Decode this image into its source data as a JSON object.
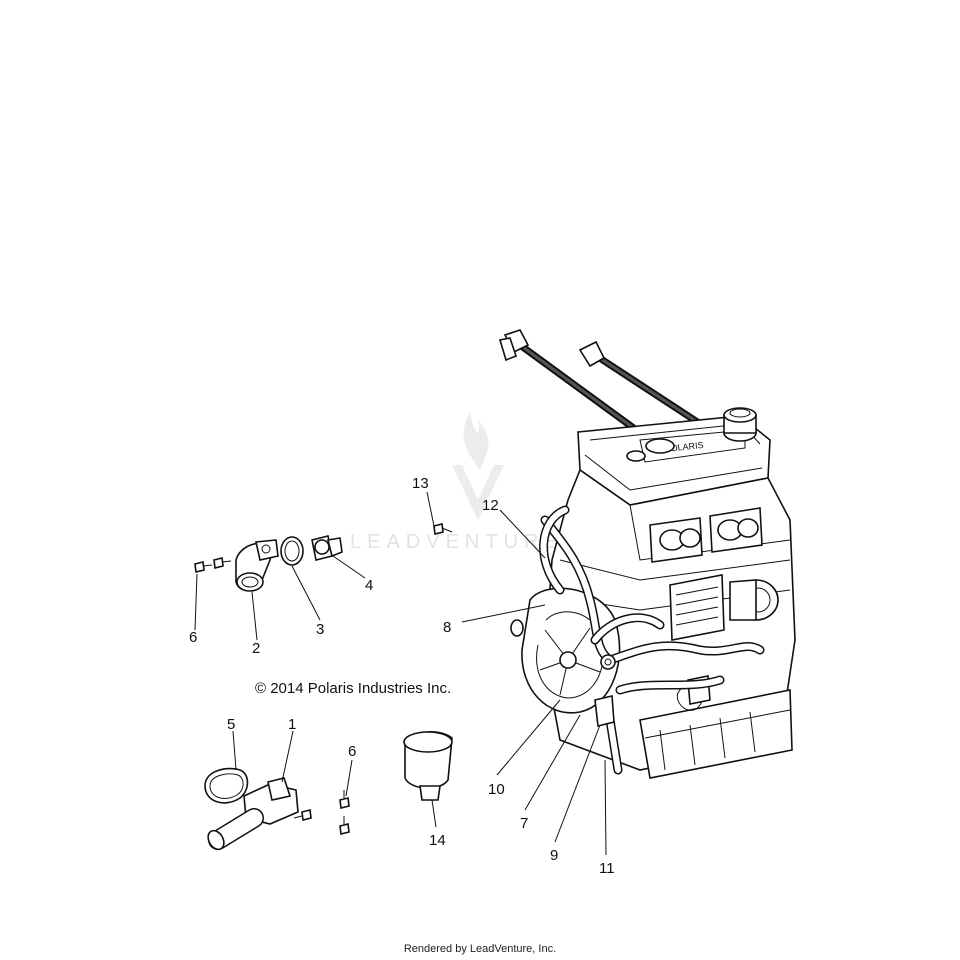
{
  "copyright": "© 2014 Polaris Industries Inc.",
  "footer": "Rendered by LeadVenture, Inc.",
  "watermark": {
    "text": "LEADVENTURE"
  },
  "engine_brand": "POLARIS",
  "callouts": [
    "1",
    "2",
    "3",
    "4",
    "5",
    "6",
    "6",
    "7",
    "8",
    "9",
    "10",
    "11",
    "12",
    "13",
    "14"
  ],
  "colors": {
    "line": "#111111",
    "background": "#ffffff",
    "watermark": "#e2e2e2"
  }
}
